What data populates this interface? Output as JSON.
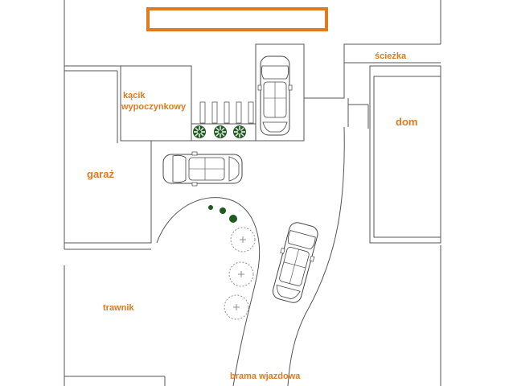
{
  "title_box": {
    "text": ""
  },
  "labels": {
    "katic": "kącik",
    "wypoczynkowy": "wypoczynkowy",
    "sciezka": "ścieżka",
    "dom": "dom",
    "garaz": "garaż",
    "trawnik": "trawnik",
    "brama": "brama wjazdowa"
  },
  "colors": {
    "label": "#e07a1f",
    "line": "#555555",
    "shrub": "#1f5a1f"
  },
  "icons": {
    "car": "car-icon",
    "shrub": "shrub-icon",
    "tree": "tree-icon"
  }
}
